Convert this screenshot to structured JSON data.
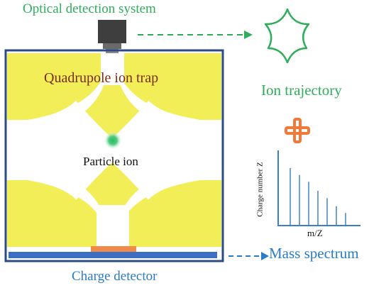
{
  "labels": {
    "optical_detection": "Optical detection system",
    "quadrupole_trap": "Quadrupole ion trap",
    "particle_ion": "Particle ion",
    "ion_trajectory": "Ion trajectory",
    "mass_spectrum": "Mass spectrum",
    "charge_detector": "Charge detector"
  },
  "spectrum": {
    "ylabel": "Charge number Z",
    "xlabel": "m/Z",
    "relative_peak_heights": [
      1.0,
      0.88,
      0.76,
      0.6,
      0.47,
      0.33,
      0.21
    ]
  },
  "colors": {
    "green_text": "#2fae5a",
    "blue_text": "#2a7cc4",
    "trap_label": "#7a2c12",
    "electrode_fill": "#f2ee58",
    "frame": "#2b4b85",
    "plus": "#f07a3a",
    "spectrum_line": "#6fa3d8",
    "spectrum_axis": "#3a80c9",
    "particle": "#2db865",
    "detector": "#3c6fc4",
    "detector_pad": "#f08a4a"
  },
  "icons": [
    "camera-icon",
    "six-point-star-trajectory",
    "plus-icon"
  ]
}
